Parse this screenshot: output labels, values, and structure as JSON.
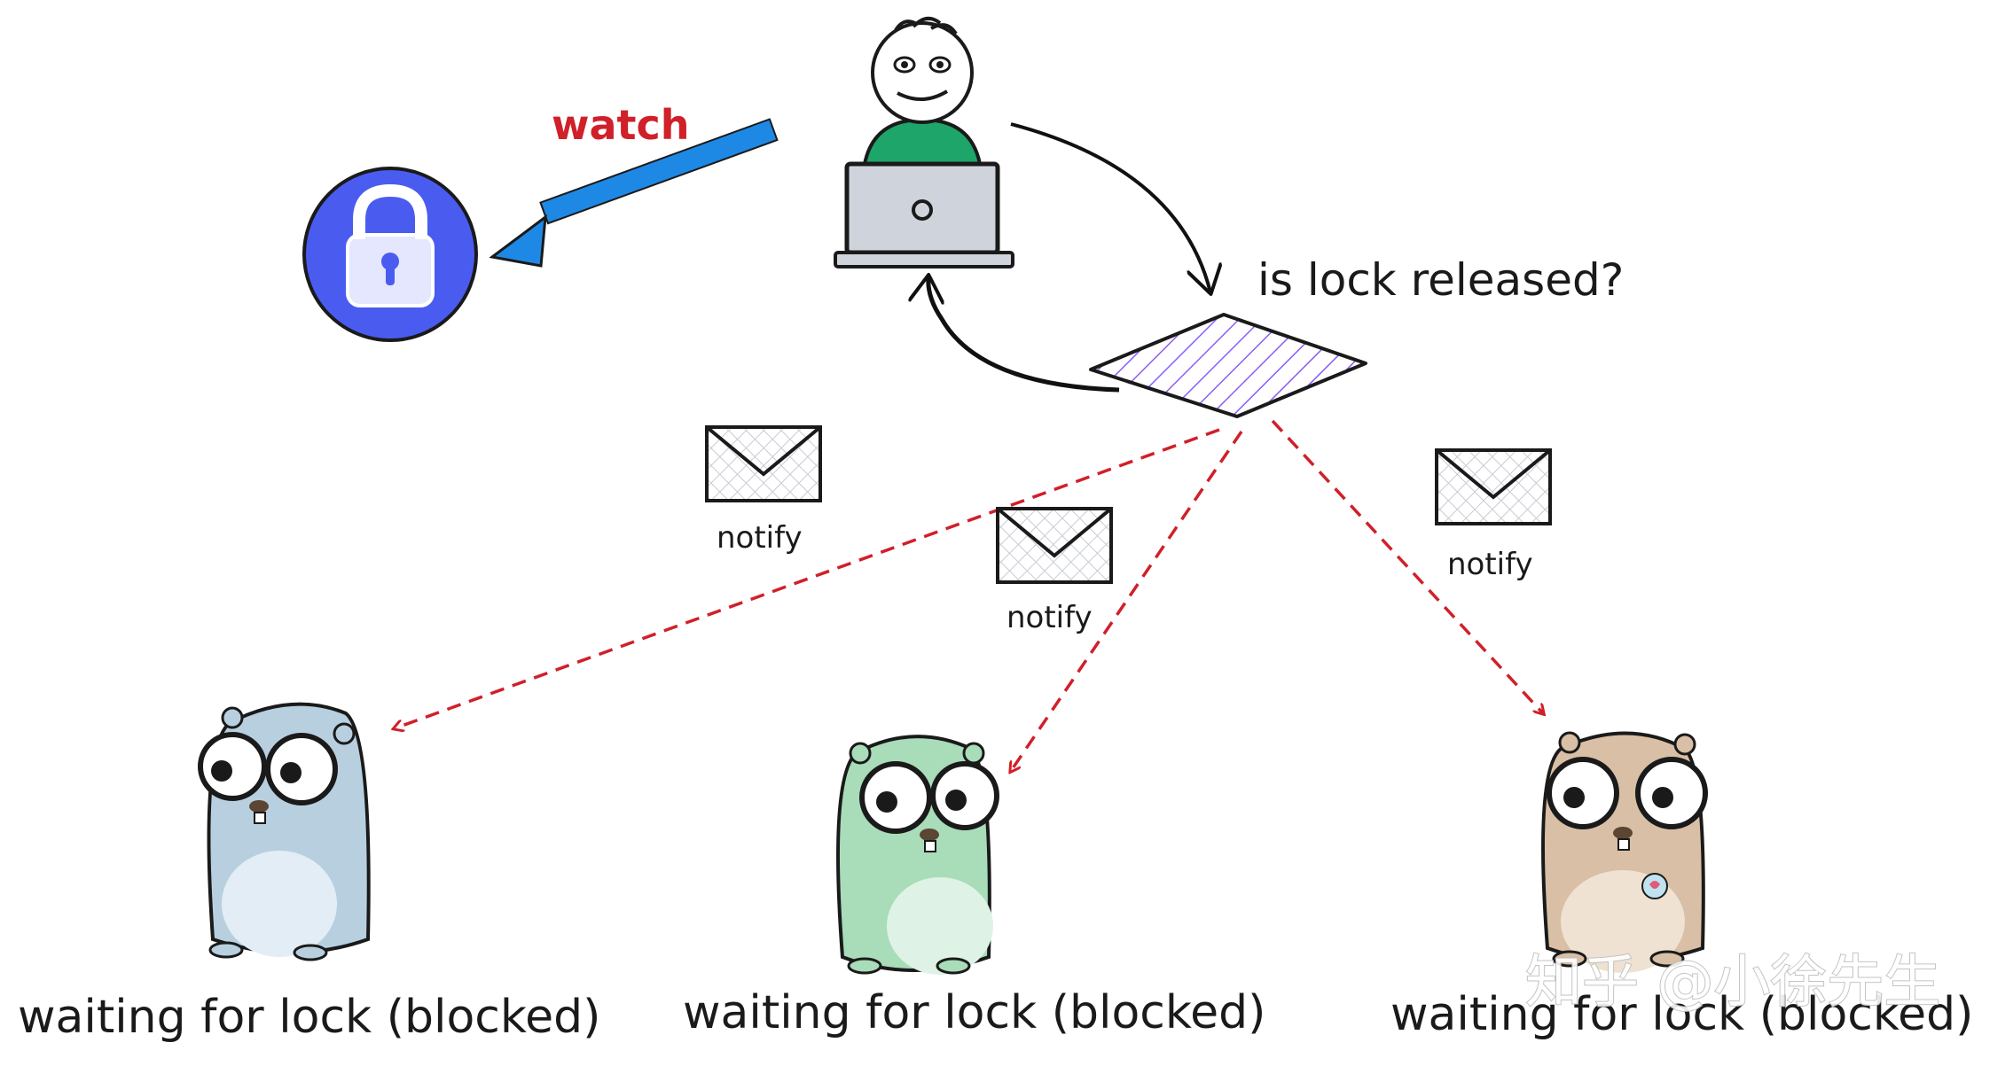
{
  "diagram": {
    "watch_label": "watch",
    "question_label": "is lock released?",
    "notify_labels": [
      "notify",
      "notify",
      "notify"
    ],
    "gophers": [
      {
        "label": "waiting for lock (blocked)",
        "color": "#b8cfe0"
      },
      {
        "label": "waiting for lock (blocked)",
        "color": "#a9dcb9"
      },
      {
        "label": "waiting for lock (blocked)",
        "color": "#d8bfa5"
      }
    ],
    "watermark": "知乎 @小徐先生"
  },
  "colors": {
    "lock_circle": "#4a5cf0",
    "watch_arrow": "#1e88e5",
    "watch_text": "#d0202a",
    "dashed_arrows": "#d0202a",
    "person_shirt": "#1ea56a",
    "diamond_hatch": "#8b5cf6",
    "laptop": "#cfd4dc"
  },
  "icons": [
    "lock-icon",
    "person-icon",
    "laptop-icon",
    "envelope-icon",
    "gopher-icon"
  ]
}
